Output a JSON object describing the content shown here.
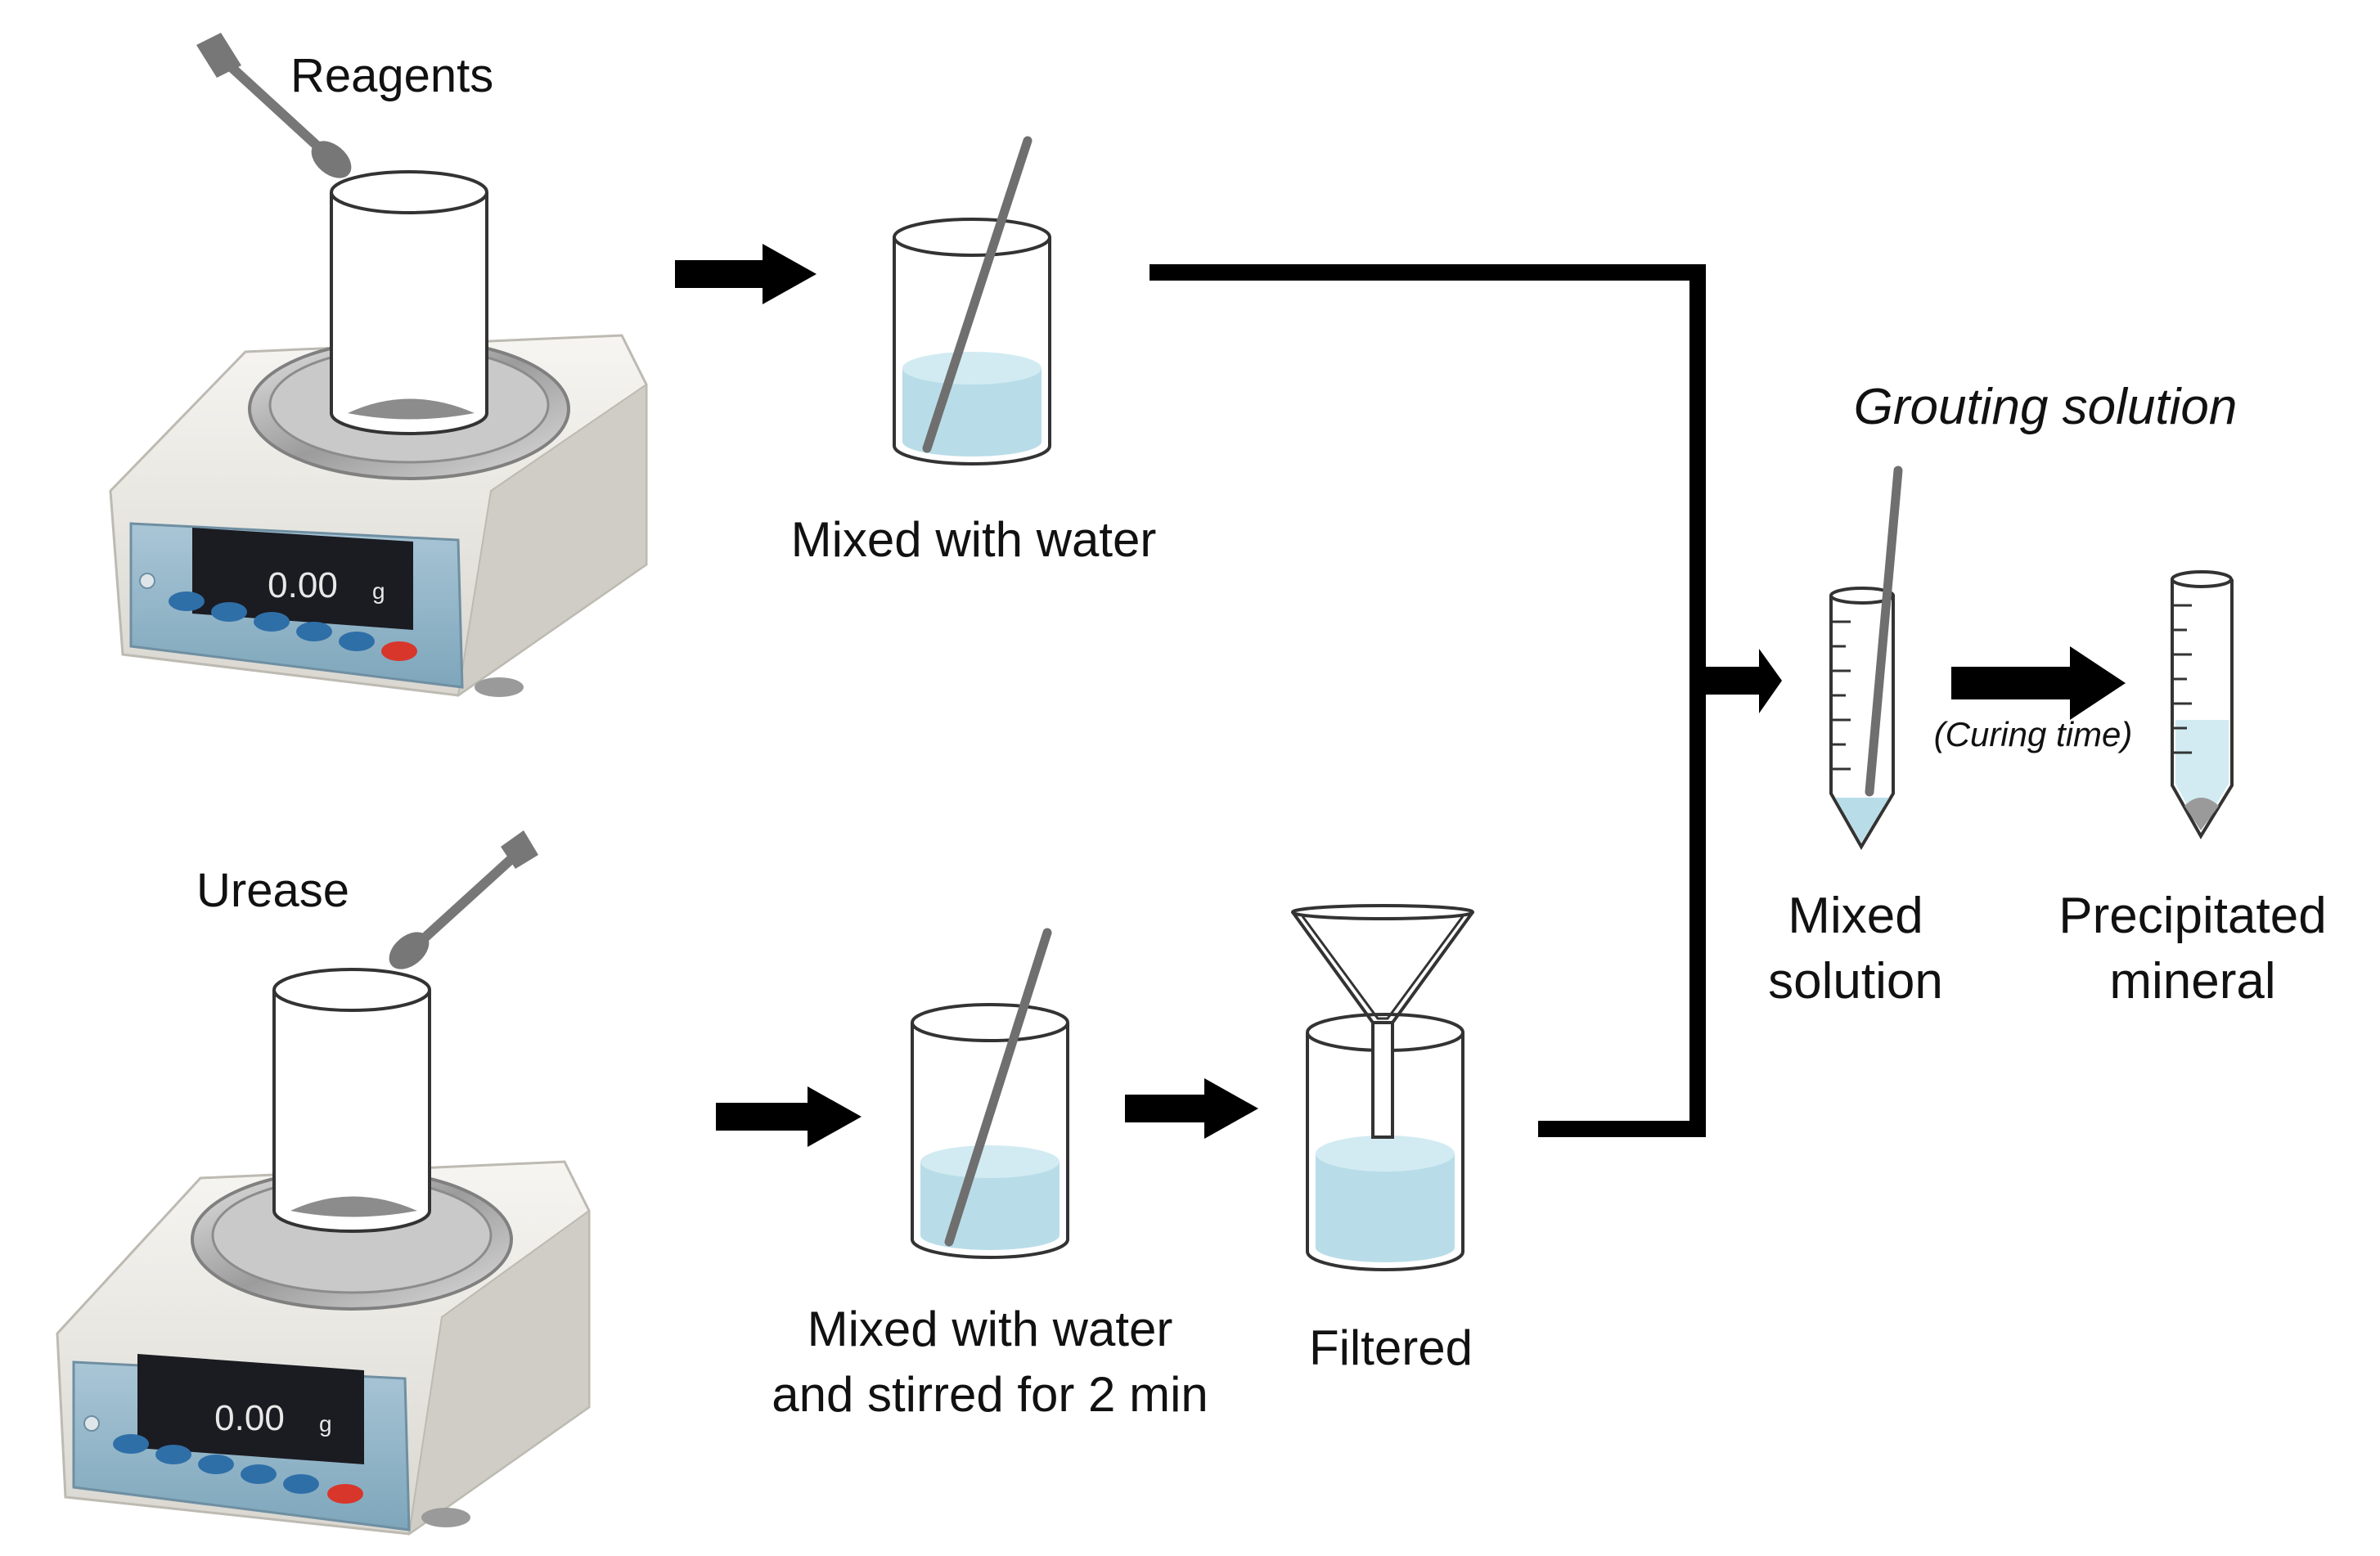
{
  "labels": {
    "reagents": "Reagents",
    "urease": "Urease",
    "mixed_with_water_top": "Mixed with water",
    "mixed_with_water_bottom_line1": "Mixed with water",
    "mixed_with_water_bottom_line2": "and stirred for 2 min",
    "filtered": "Filtered",
    "grouting_solution": "Grouting solution",
    "curing_time": "(Curing time)",
    "mixed_solution_line1": "Mixed",
    "mixed_solution_line2": "solution",
    "precipitated_line1": "Precipitated",
    "precipitated_line2": "mineral"
  },
  "scale_display": {
    "reading": "0.00",
    "unit": "g"
  },
  "colors": {
    "liquid": "#b9dde8",
    "liquid_top": "#d2ebf2",
    "arrow": "#000000",
    "rod": "#6f6f6f",
    "scale_body": "#ecebe6",
    "scale_panel": "#8db3c7",
    "scale_button": "#2f6fa8",
    "scale_button_red": "#d8362b",
    "display": "#1b1b22"
  },
  "icons": {
    "balance": "analytical-balance-icon",
    "spatula": "spatula-icon",
    "beaker": "beaker-icon",
    "funnel": "funnel-icon",
    "tube": "centrifuge-tube-icon"
  }
}
